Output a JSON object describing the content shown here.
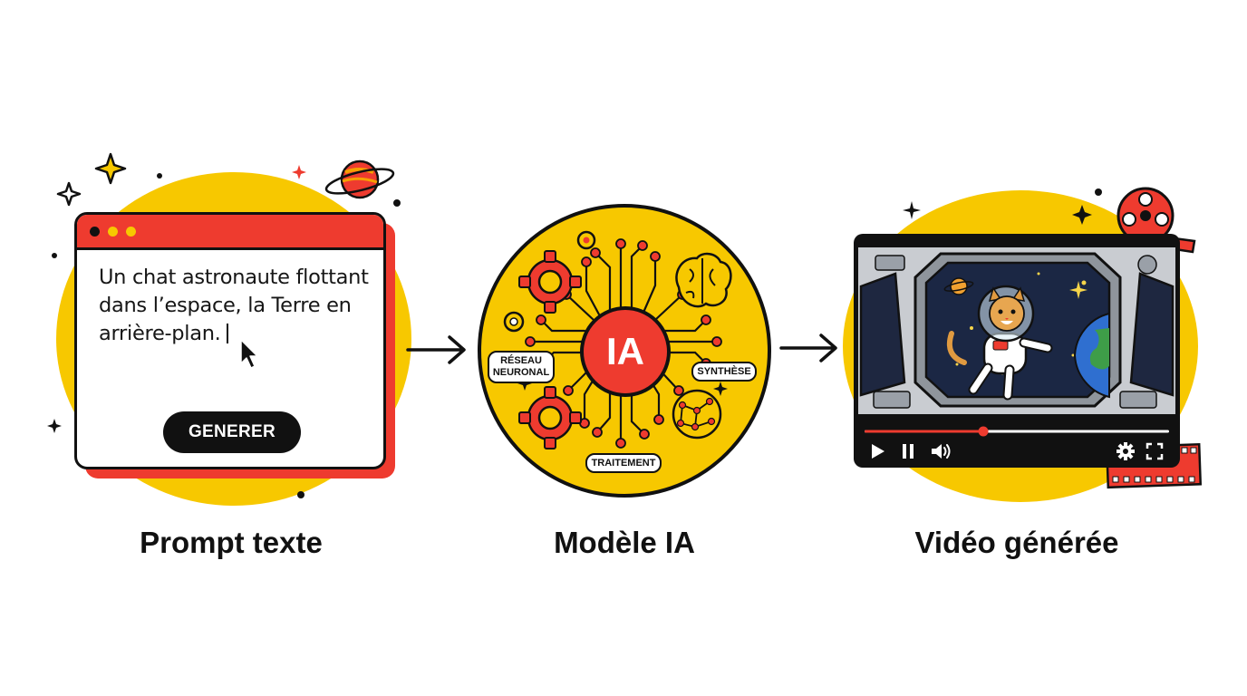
{
  "prompt_panel": {
    "prompt_text_line1": "Un chat astronaute flottant",
    "prompt_text_line2": "dans l’espace, la Terre en",
    "prompt_text_line3": "arrière-plan.",
    "generate_button_label": "GENERER",
    "caption": "Prompt texte"
  },
  "model_panel": {
    "core_label": "IA",
    "tag_network_line1": "RÉSEAU",
    "tag_network_line2": "NEURONAL",
    "tag_synthesis": "SYNTHÈSE",
    "tag_processing": "TRAITEMENT",
    "caption": "Modèle IA"
  },
  "video_panel": {
    "caption": "Vidéo générée",
    "progress": 0.39
  },
  "colors": {
    "yellow": "#f7c800",
    "red": "#ee3b2f",
    "ink": "#111111"
  }
}
